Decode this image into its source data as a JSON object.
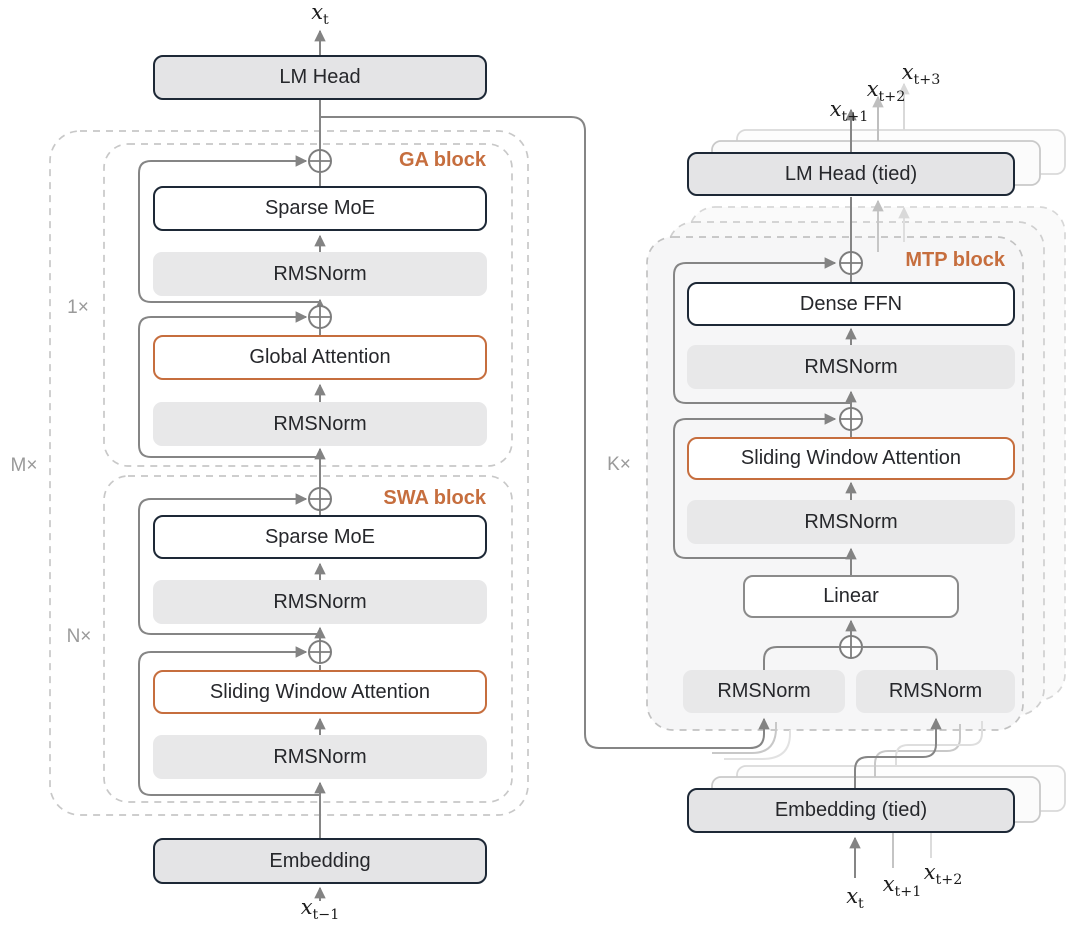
{
  "boxes": {
    "lm_head": "LM Head",
    "sparse_moe": "Sparse MoE",
    "rmsnorm": "RMSNorm",
    "global_attention": "Global Attention",
    "sliding_window_attention": "Sliding Window Attention",
    "embedding": "Embedding",
    "lm_head_tied": "LM Head (tied)",
    "dense_ffn": "Dense FFN",
    "linear": "Linear",
    "embedding_tied": "Embedding (tied)"
  },
  "block_labels": {
    "ga": "GA block",
    "swa": "SWA block",
    "mtp": "MTP block"
  },
  "repeat_labels": {
    "ga": "1×",
    "outer": "M×",
    "swa": "N×",
    "mtp": "K×"
  },
  "io_labels": {
    "left_output": {
      "base": "x",
      "sub": "t"
    },
    "left_input": {
      "base": "x",
      "sub": "t−1"
    },
    "right_outputs": [
      {
        "base": "x",
        "sub": "t+1"
      },
      {
        "base": "x",
        "sub": "t+2"
      },
      {
        "base": "x",
        "sub": "t+3"
      }
    ],
    "right_inputs": [
      {
        "base": "x",
        "sub": "t"
      },
      {
        "base": "x",
        "sub": "t+1"
      },
      {
        "base": "x",
        "sub": "t+2"
      }
    ]
  },
  "colors": {
    "accent_orange": "#c66e3e",
    "dark_border": "#1d2836",
    "gray_fill": "#e8e8e9",
    "line_gray": "#858585",
    "dashed_gray": "#c8c8c8",
    "mtp_panel_fill": "#f6f6f7"
  }
}
